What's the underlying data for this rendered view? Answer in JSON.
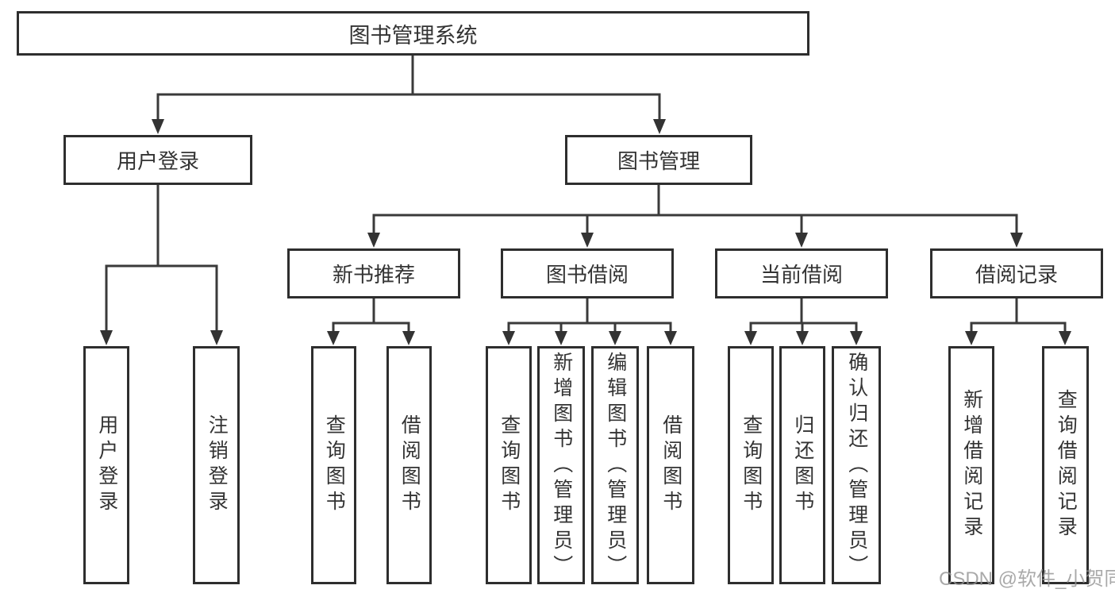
{
  "diagram": {
    "title": "图书管理系统",
    "tree": {
      "root": "图书管理系统",
      "branches": [
        {
          "label": "用户登录",
          "children": [
            "用户登录",
            "注销登录"
          ]
        },
        {
          "label": "图书管理",
          "groups": [
            {
              "label": "新书推荐",
              "children": [
                "查询图书",
                "借阅图书"
              ]
            },
            {
              "label": "图书借阅",
              "children": [
                "查询图书",
                "新增图书（管理员）",
                "编辑图书（管理员）",
                "借阅图书"
              ]
            },
            {
              "label": "当前借阅",
              "children": [
                "查询图书",
                "归还图书",
                "确认归还（管理员）"
              ]
            },
            {
              "label": "借阅记录",
              "children": [
                "新增借阅记录",
                "查询借阅记录"
              ]
            }
          ]
        }
      ]
    },
    "colors": {
      "line": "#3a3a3a",
      "box_border": "#2e2e2e",
      "box_fill": "#ffffff",
      "text": "#333333",
      "watermark": "#949494"
    }
  },
  "watermark": {
    "text": "CSDN @软件_小贺同学"
  }
}
